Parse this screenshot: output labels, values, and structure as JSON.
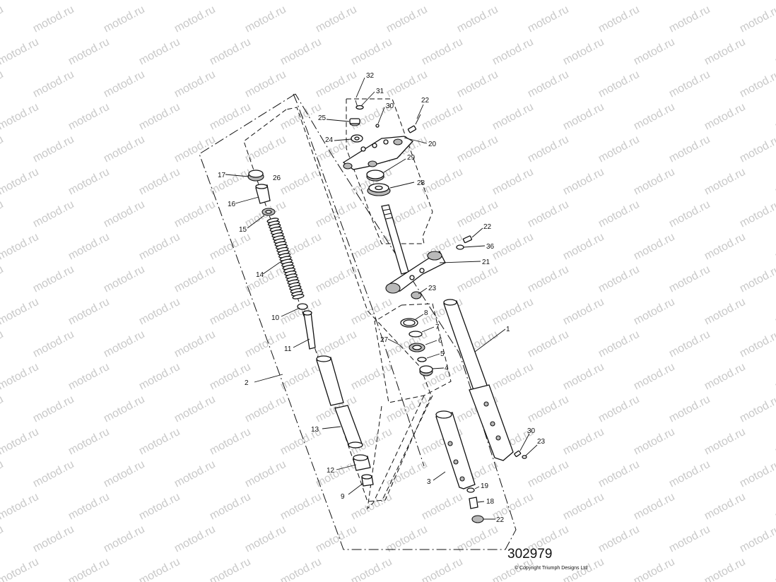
{
  "watermark": "motod.ru",
  "diagram": {
    "reference_number": "302979",
    "copyright": "© Copyright Triumph Designs Ltd",
    "part_labels": [
      "32",
      "31",
      "30",
      "22",
      "25",
      "24",
      "20",
      "29",
      "28",
      "17",
      "26",
      "16",
      "15",
      "14",
      "10",
      "11",
      "2",
      "13",
      "12",
      "9",
      "22",
      "36",
      "21",
      "23",
      "8",
      "7",
      "27",
      "6",
      "5",
      "4",
      "1",
      "3",
      "19",
      "18",
      "22",
      "30",
      "23"
    ]
  }
}
